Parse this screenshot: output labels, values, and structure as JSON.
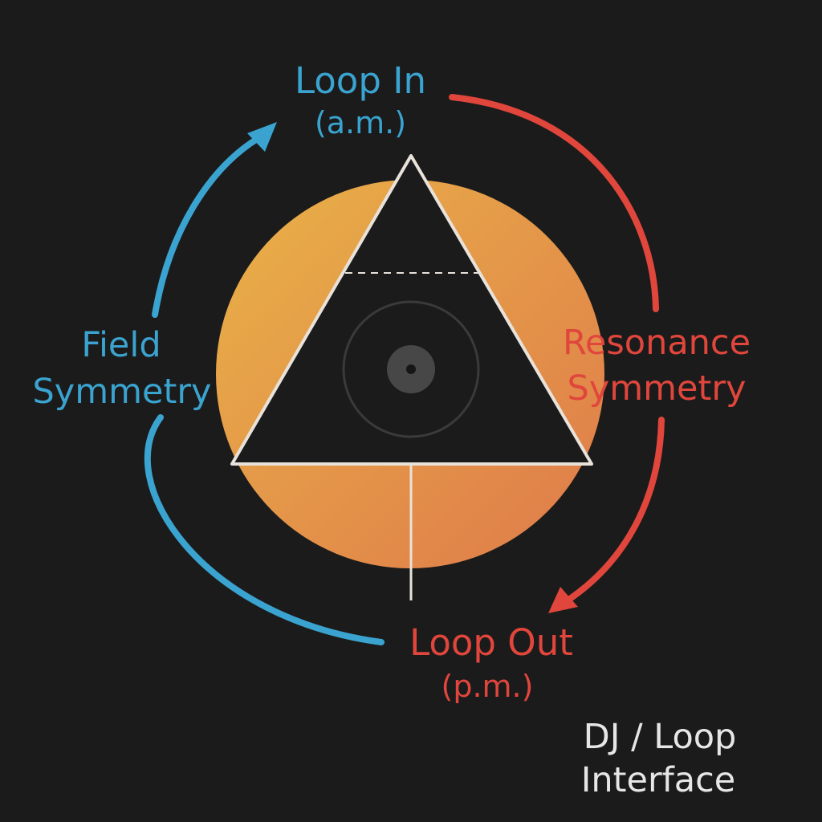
{
  "labels": {
    "loop_in": {
      "title": "Loop In",
      "sub": "(a.m.)"
    },
    "loop_out": {
      "title": "Loop Out",
      "sub": "(p.m.)"
    },
    "field": {
      "line1": "Field",
      "line2": "Symmetry"
    },
    "resonance": {
      "line1": "Resonance",
      "line2": "Symmetry"
    },
    "caption": {
      "line1": "DJ / Loop",
      "line2": "Interface"
    }
  },
  "colors": {
    "background": "#1b1b1b",
    "blue": "#3aa3cf",
    "red": "#e0463c",
    "orange_light": "#e8ad48",
    "orange_dark": "#e0804a",
    "triangle_fill": "#1b1b1b",
    "triangle_stroke": "#e8e2da",
    "caption": "#e6e6e6"
  },
  "icons": [
    "arrow-head-icon",
    "record-icon"
  ]
}
